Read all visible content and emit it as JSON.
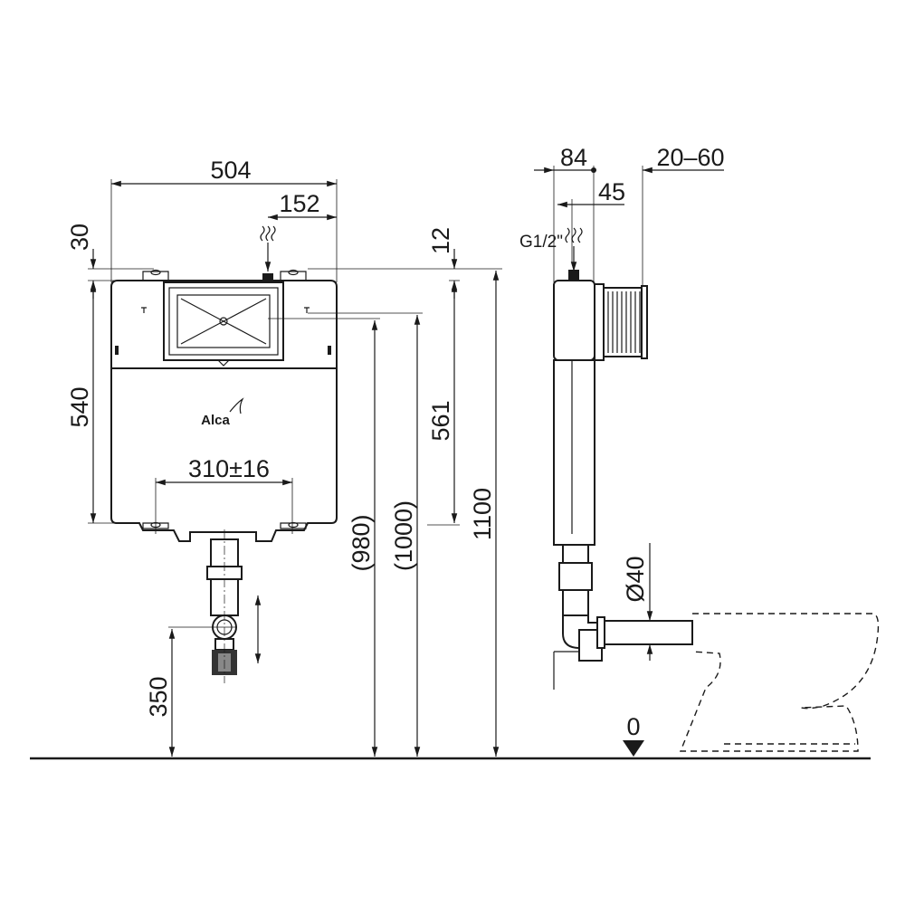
{
  "front_view": {
    "width": "504",
    "inlet_offset": "152",
    "lug_height": "30",
    "tank_height": "540",
    "lug_spacing": "310±16",
    "height_980": "(980)",
    "height_1000": "(1000)",
    "height_1100": "1100",
    "drain_height": "350",
    "logo_text": "Alca"
  },
  "side_view": {
    "depth": "84",
    "adjust": "20–60",
    "inlet_depth": "45",
    "inlet_thread": "G1/2\"",
    "top_offset": "12",
    "inner_height": "561",
    "pipe_diameter": "Ø40",
    "floor_level": "0"
  }
}
